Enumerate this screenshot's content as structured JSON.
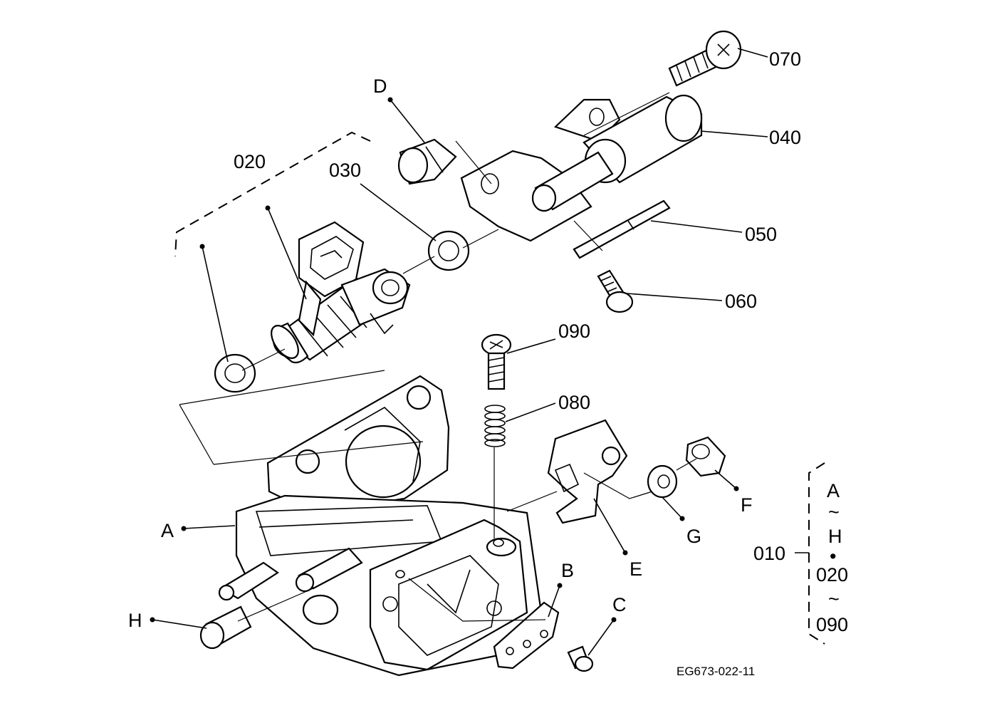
{
  "drawing_code": "EG673-022-11",
  "parts": {
    "p010": "010",
    "p020": "020",
    "p030": "030",
    "p040": "040",
    "p050": "050",
    "p060": "060",
    "p070": "070",
    "p080": "080",
    "p090": "090"
  },
  "letters": {
    "A": "A",
    "B": "B",
    "C": "C",
    "D": "D",
    "E": "E",
    "F": "F",
    "G": "G",
    "H": "H"
  },
  "bracket_group": {
    "from_letter": "A",
    "tilde1": "~",
    "to_letter": "H",
    "bullet": "•",
    "from_part": "020",
    "tilde2": "~",
    "to_part": "090"
  }
}
